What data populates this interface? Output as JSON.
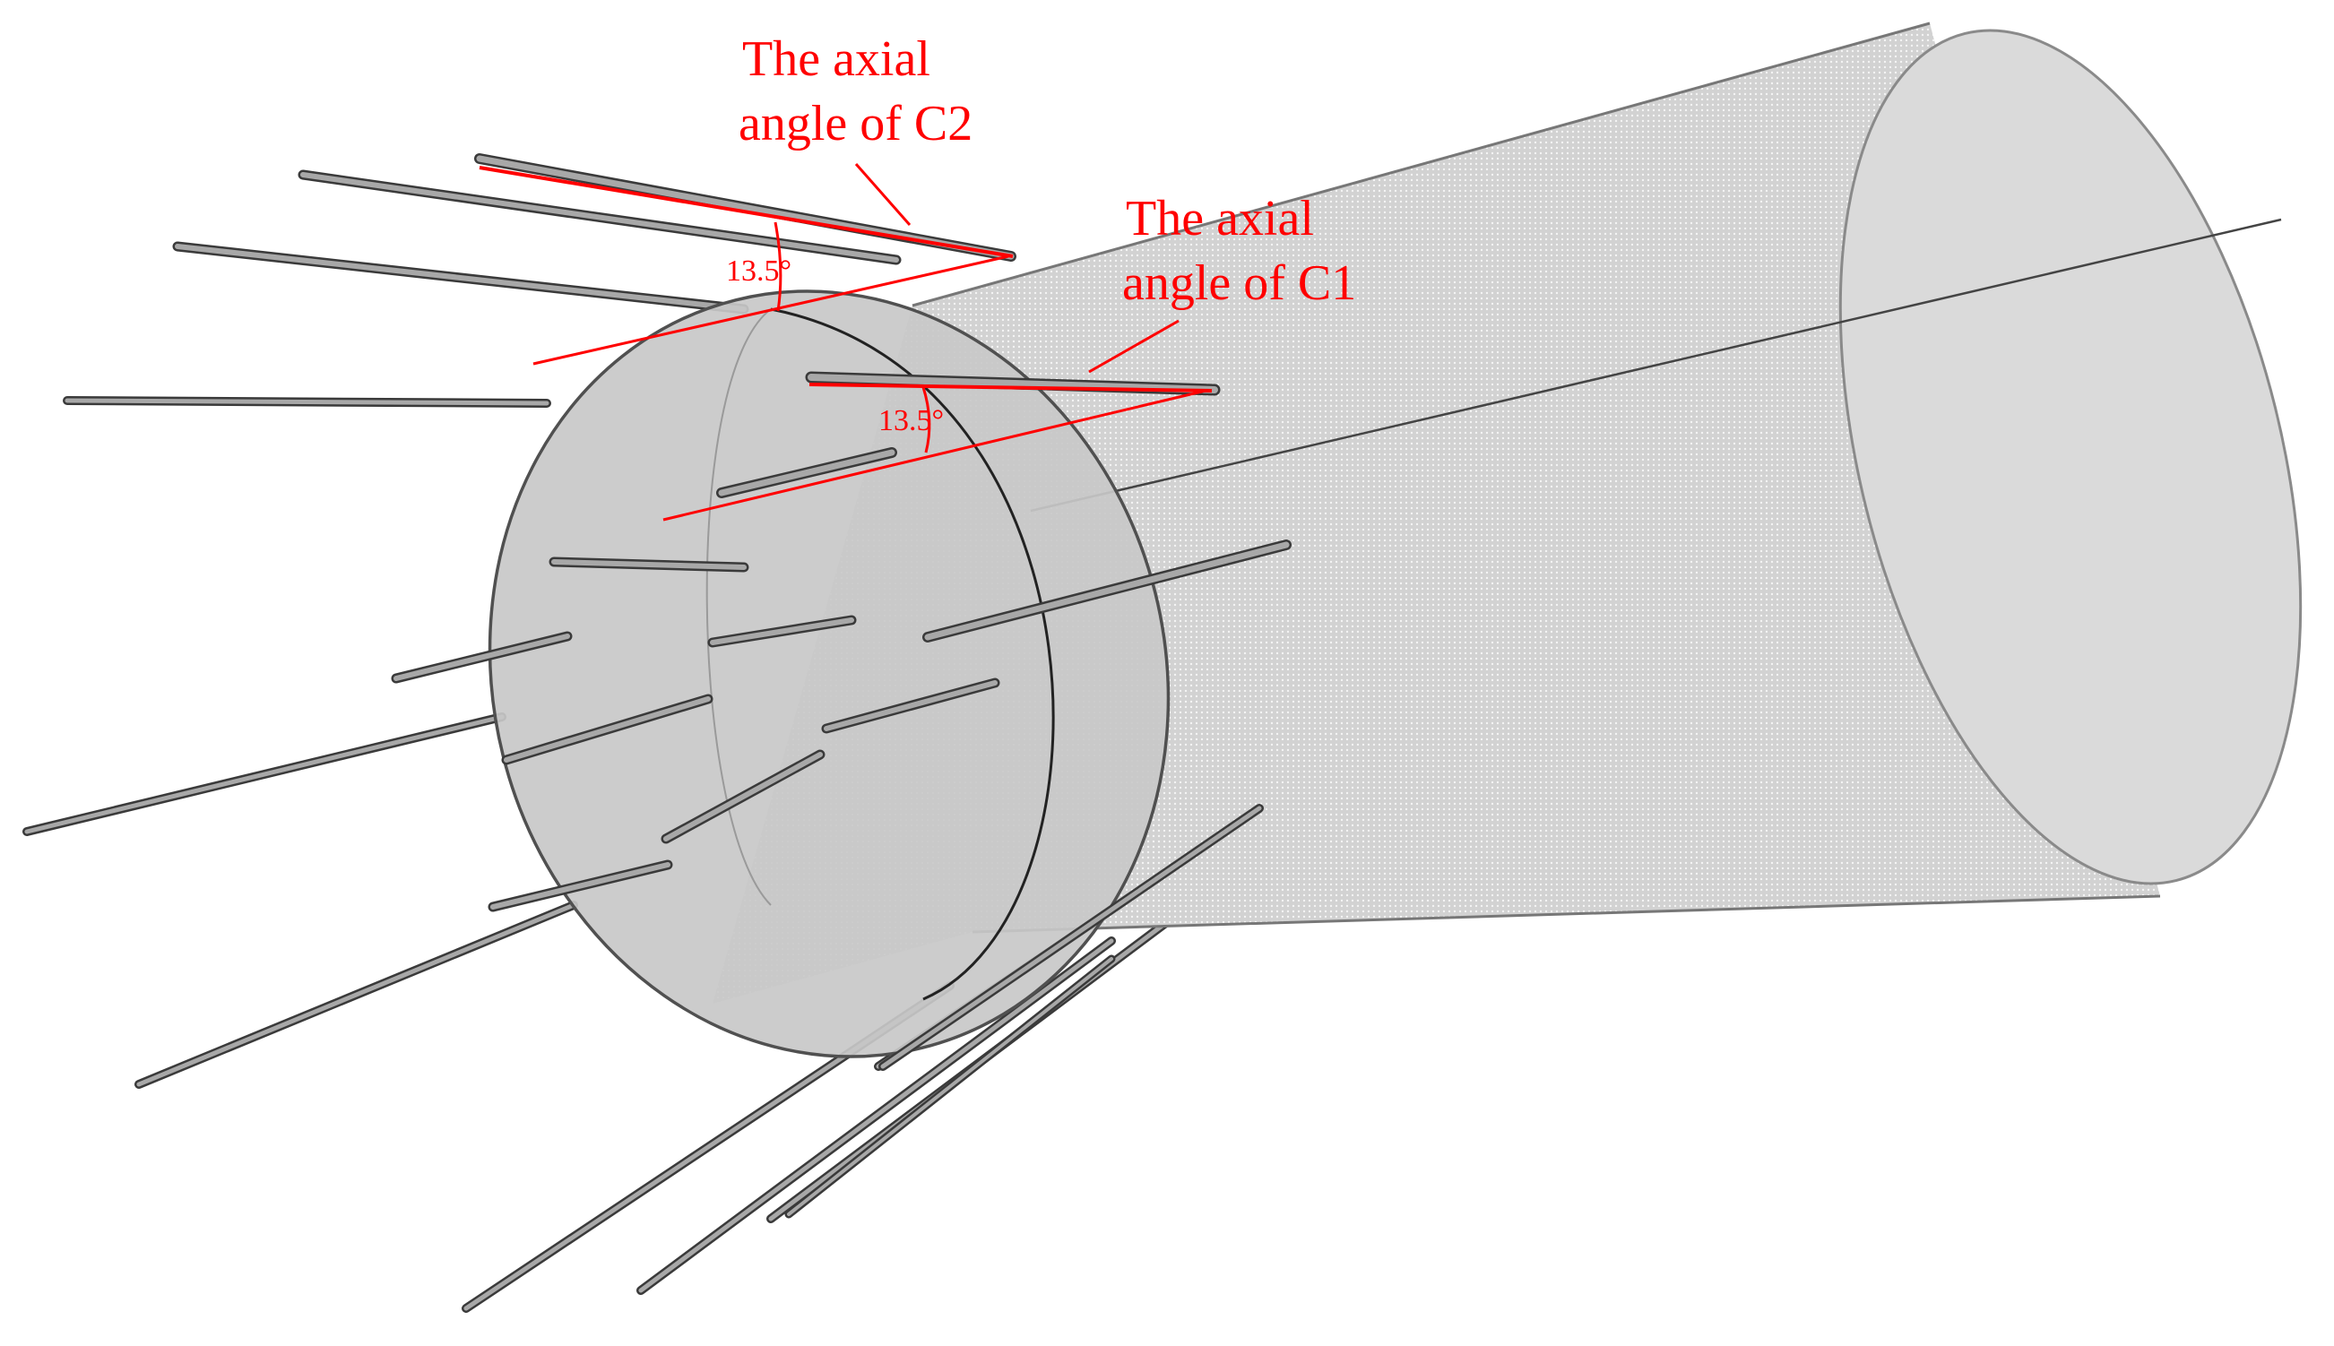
{
  "annotations": {
    "c2": {
      "line1": "The axial",
      "line2": "angle of C2",
      "angle": "13.5°"
    },
    "c1": {
      "line1": "The axial",
      "line2": "angle of C1",
      "angle": "13.5°"
    }
  },
  "colors": {
    "annotation": "#ff0000",
    "pipe_fill": "#d0d0d0",
    "pipe_edge": "#404040",
    "rod_fill": "#a8a8a8",
    "rod_edge": "#3a3a3a"
  }
}
